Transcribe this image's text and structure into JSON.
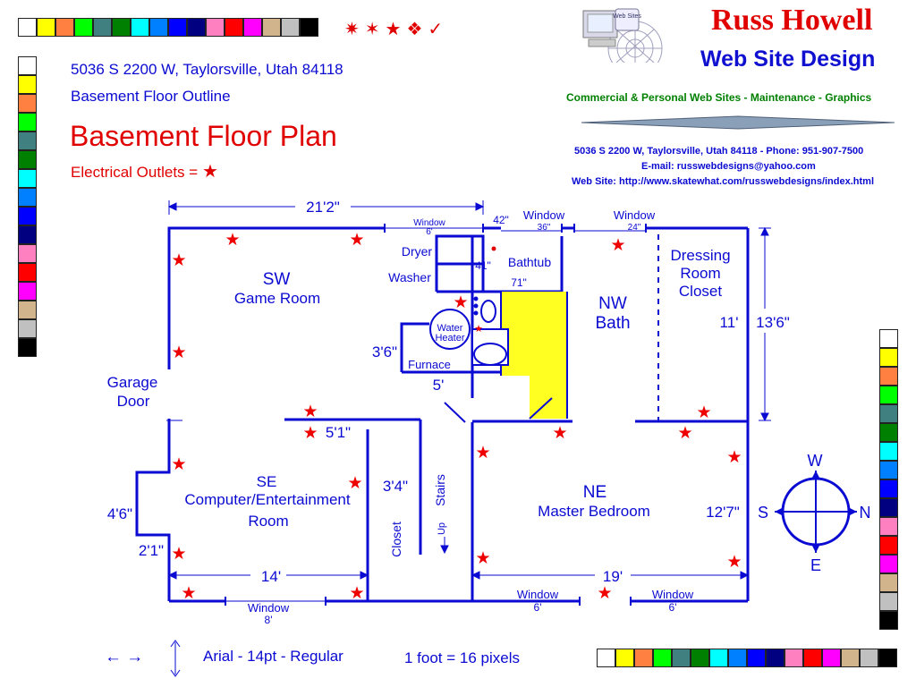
{
  "header": {
    "address": "5036 S 2200 W, Taylorsville, Utah 84118",
    "subtitle": "Basement Floor Outline",
    "title": "Basement Floor Plan",
    "legend_text": "Electrical Outlets ="
  },
  "brand": {
    "logo_text": "Web Sites",
    "name": "Russ Howell",
    "tagline": "Web Site Design",
    "services": "Commercial & Personal Web Sites - Maintenance - Graphics",
    "contact_line1": "5036 S 2200 W, Taylorsville, Utah 84118  -  Phone: 951-907-7500",
    "contact_line2": "E-mail: russwebdesigns@yahoo.com",
    "contact_line3": "Web Site: http://www.skatewhat.com/russwebdesigns/index.html"
  },
  "palette": [
    "#ffffff",
    "#ffff00",
    "#ff8040",
    "#00ff00",
    "#408080",
    "#008000",
    "#00ffff",
    "#0080ff",
    "#0000ff",
    "#000080",
    "#ff80c0",
    "#ff0000",
    "#ff00ff",
    "#d2b48c",
    "#c0c0c0",
    "#000000"
  ],
  "symbols": [
    "✷",
    "✶",
    "★",
    "❖",
    "✓"
  ],
  "rooms": {
    "sw_1": "SW",
    "sw_2": "Game Room",
    "nw_1": "NW",
    "nw_2": "Bath",
    "dress_1": "Dressing",
    "dress_2": "Room",
    "dress_3": "Closet",
    "se_1": "SE",
    "se_2": "Computer/Entertainment",
    "se_3": "Room",
    "ne_1": "NE",
    "ne_2": "Master Bedroom",
    "closet": "Closet",
    "stairs": "Stairs",
    "up": "Up",
    "garage_1": "Garage",
    "garage_2": "Door",
    "dryer": "Dryer",
    "washer": "Washer",
    "bathtub": "Bathtub",
    "water_1": "Water",
    "water_2": "Heater",
    "furnace": "Furnace"
  },
  "dims": {
    "top_width": "21'2\"",
    "d42": "42\"",
    "d41": "41\"",
    "d71": "71\"",
    "d3_6": "3'6\"",
    "d5": "5'",
    "d5_1": "5'1\"",
    "d3_4": "3'4\"",
    "d4_6": "4'6\"",
    "d2_1": "2'1\"",
    "d14": "14'",
    "d19": "19'",
    "d11": "11'",
    "d13_6": "13'6\"",
    "d12_7": "12'7\""
  },
  "windows": {
    "label": "Window",
    "w1": "6'",
    "w2": "36\"",
    "w3": "24\"",
    "w4": "8'",
    "w5": "6'",
    "w6": "6'"
  },
  "compass": {
    "w": "W",
    "e": "E",
    "s": "S",
    "n": "N"
  },
  "footer": {
    "font_note": "Arial - 14pt - Regular",
    "scale": "1 foot = 16 pixels",
    "h_arrows": "← →"
  },
  "colors": {
    "wall": "#0a0ad2",
    "outlet": "#ee0000",
    "highlight": "#ffff22"
  }
}
